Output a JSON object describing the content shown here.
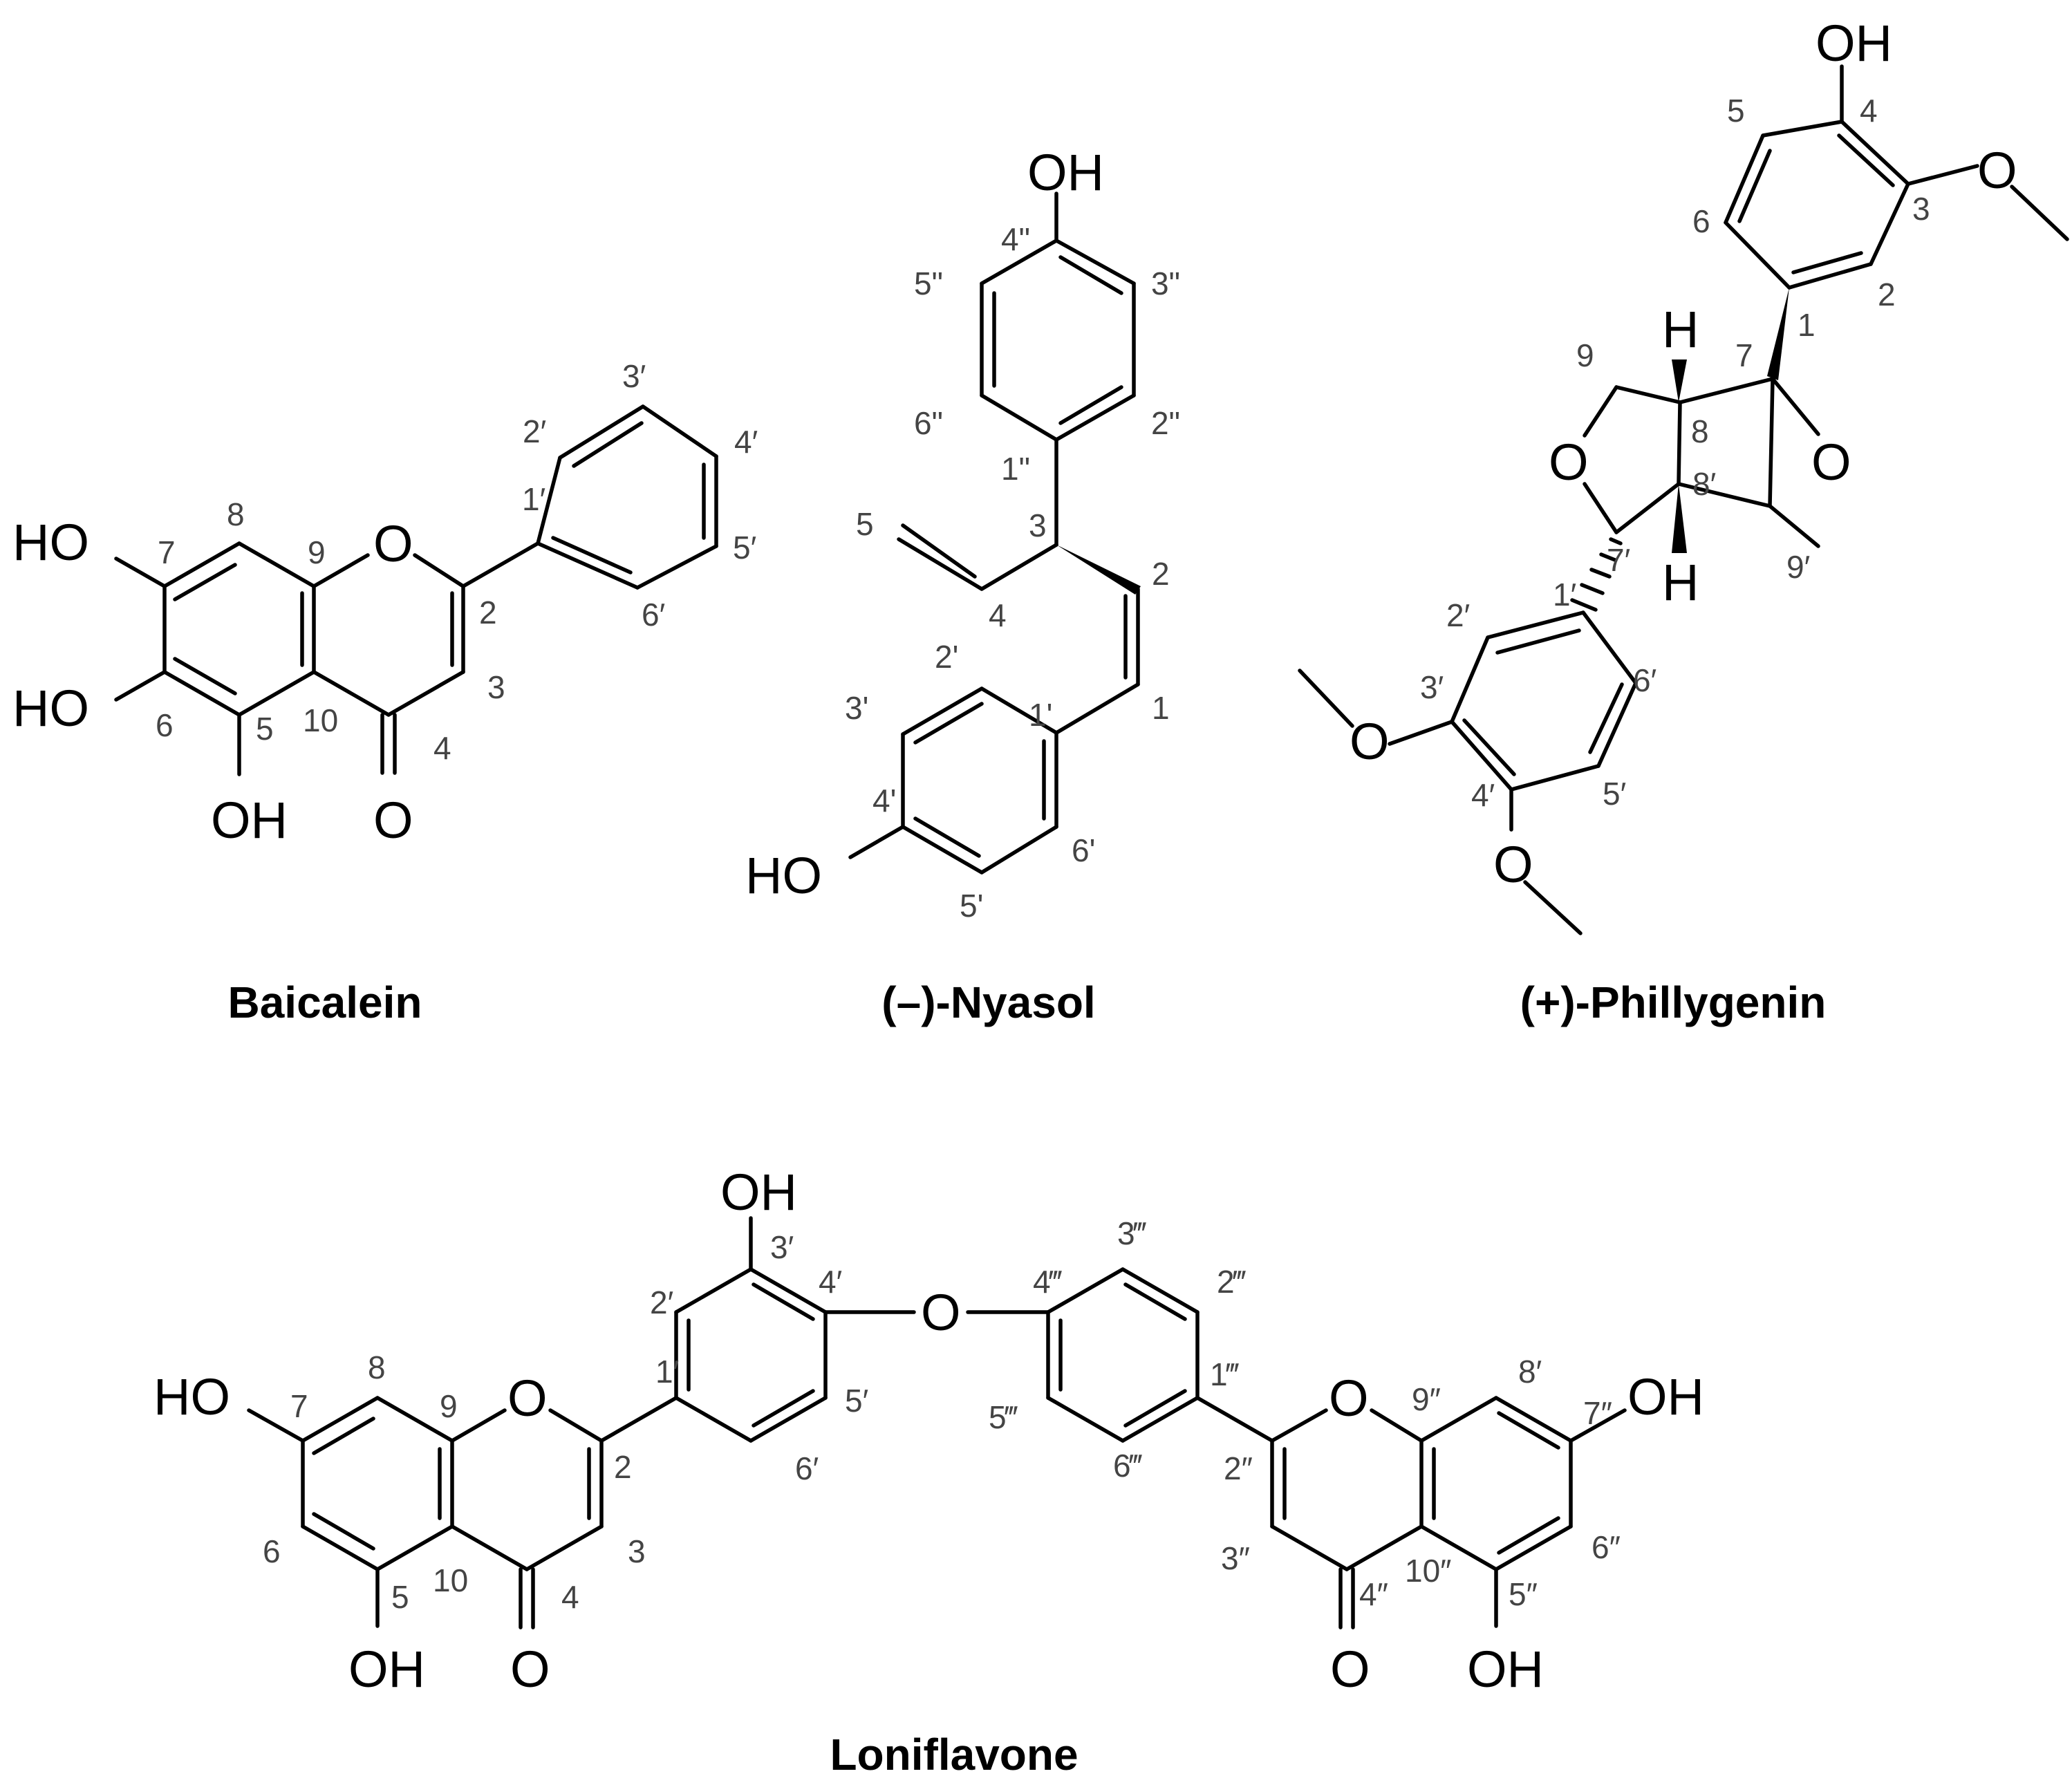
{
  "compounds": [
    {
      "name": "Baicalein"
    },
    {
      "name": "(–)-Nyasol"
    },
    {
      "name": "(+)-Phillygenin"
    },
    {
      "name": "Loniflavone"
    }
  ],
  "atoms": {
    "b_ho7": "HO",
    "b_ho6": "HO",
    "b_oh5": "OH",
    "b_o1": "O",
    "b_o4": "O",
    "n_oh_top": "OH",
    "n_ho_bottom": "HO",
    "p_oh4": "OH",
    "p_o_ring1": "O",
    "p_o_ring2": "O",
    "p_o_me3": "O",
    "p_o_me3p": "O",
    "p_o_me4p": "O",
    "p_h8": "H",
    "p_h8p": "H",
    "l_ho7": "HO",
    "l_oh5": "OH",
    "l_o1": "O",
    "l_o4": "O",
    "l_oh3p": "OH",
    "l_o_bridge": "O",
    "l_o1pp": "O",
    "l_o4pp": "O",
    "l_oh5pp": "OH",
    "l_oh7pp": "OH"
  },
  "numbers": {
    "b": [
      "8",
      "7",
      "6",
      "5",
      "9",
      "10",
      "4",
      "3",
      "2",
      "1′",
      "2′",
      "3′",
      "4′",
      "5′",
      "6′"
    ],
    "n": [
      "4\"",
      "5\"",
      "3\"",
      "6\"",
      "2\"",
      "1\"",
      "5",
      "3",
      "2",
      "4",
      "1",
      "2'",
      "1'",
      "3'",
      "4'",
      "6'",
      "5'"
    ],
    "p": [
      "4",
      "5",
      "3",
      "6",
      "2",
      "1",
      "7",
      "9",
      "8",
      "8′",
      "7′",
      "9′",
      "1′",
      "2′",
      "6′",
      "3′",
      "5′",
      "4′"
    ],
    "l": [
      "8",
      "7",
      "9",
      "6",
      "5",
      "10",
      "4",
      "3",
      "2",
      "1′",
      "2′",
      "3′",
      "4′",
      "5′",
      "6′",
      "4‴",
      "3‴",
      "2‴",
      "1‴",
      "5‴",
      "6‴",
      "9″",
      "8′",
      "7″",
      "2″",
      "3″",
      "4″",
      "10″",
      "5″",
      "6″"
    ]
  }
}
